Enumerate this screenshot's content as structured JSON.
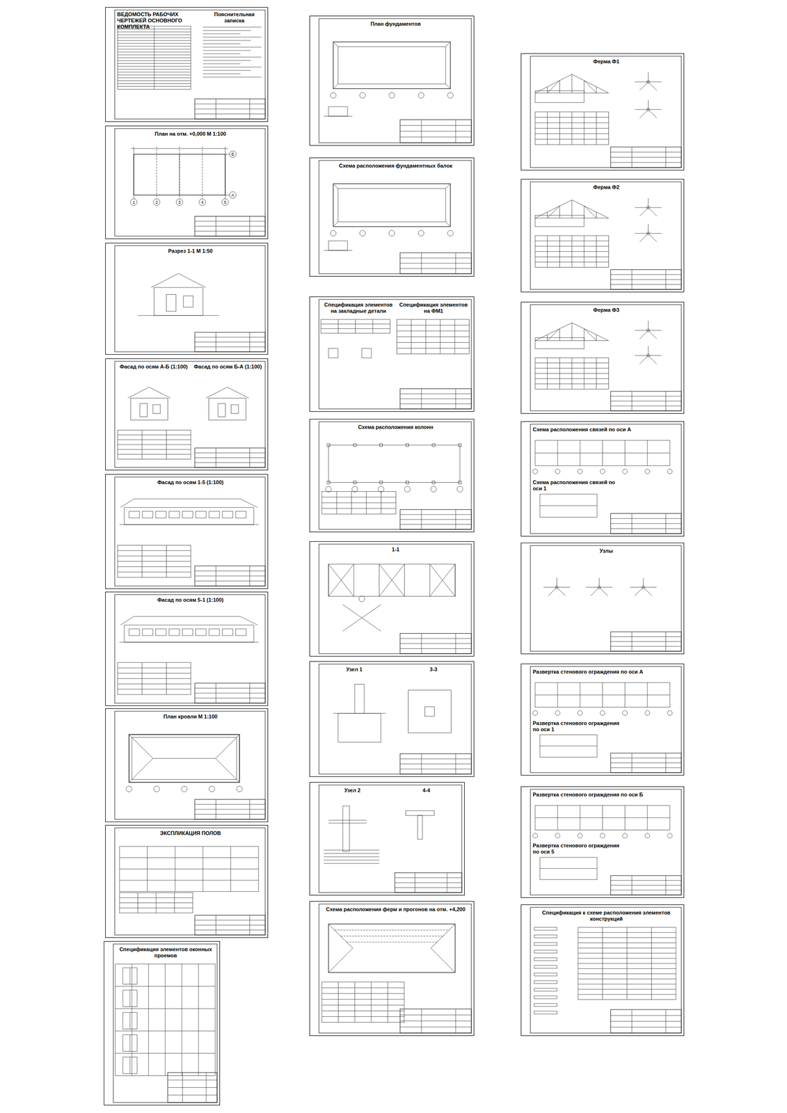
{
  "diagram": {
    "nodes": [
      {
        "text": [
          "ВЕДОМОСТЬ РАБОЧИХ ЧЕРТЕЖЕЙ ОСНОВНОГО КОМПЛЕКТА",
          "Пояснительная записка"
        ]
      },
      {
        "text": [
          "План на отм. +0,000 М 1:100"
        ]
      },
      {
        "text": [
          "Разрез 1-1 М 1:50"
        ]
      },
      {
        "text": [
          "Фасад по осям А-Б (1:100)",
          "Фасад по осям Б-А (1:100)"
        ]
      },
      {
        "text": [
          "Фасад по осям 1-5 (1:100)"
        ]
      },
      {
        "text": [
          "Фасад по осям 5-1 (1:100)"
        ]
      },
      {
        "text": [
          "План кровли М 1:100"
        ]
      },
      {
        "text": [
          "ЭКСПЛИКАЦИЯ ПОЛОВ"
        ]
      },
      {
        "text": [
          "Спецификация элементов оконных проемов"
        ]
      },
      {
        "text": [
          "План фундаментов"
        ]
      },
      {
        "text": [
          "Схема расположения фундаментных балок"
        ]
      },
      {
        "text": [
          "Спецификация элементов на закладные детали",
          "Спецификация элементов на ФМ1"
        ]
      },
      {
        "text": [
          "Схема расположения колонн"
        ]
      },
      {
        "text": [
          "1-1"
        ]
      },
      {
        "text": [
          "Узел 1",
          "3-3"
        ]
      },
      {
        "text": [
          "Узел 2",
          "4-4"
        ]
      },
      {
        "text": [
          "Схема расположения ферм и прогонов на отм. +4,200"
        ]
      },
      {
        "text": [
          "Ферма Ф1"
        ]
      },
      {
        "text": [
          "Ферма Ф2"
        ]
      },
      {
        "text": [
          "Ферма Ф3"
        ]
      },
      {
        "text": [
          "Схема расположения связей по оси А",
          "Схема расположения связей по оси 1"
        ]
      },
      {
        "text": [
          "Узлы"
        ]
      },
      {
        "text": [
          "Развертка стенового ограждения по оси А",
          "Развертка стенового ограждения по оси 1"
        ]
      },
      {
        "text": [
          "Развертка стенового ограждения по оси Б",
          "Развертка стенового ограждения по оси 5"
        ]
      },
      {
        "text": [
          "Спецификация к схеме расположения элементов конструкций"
        ]
      }
    ],
    "labels": [
      "1",
      "2",
      "3",
      "4",
      "5",
      "А",
      "Б"
    ]
  }
}
